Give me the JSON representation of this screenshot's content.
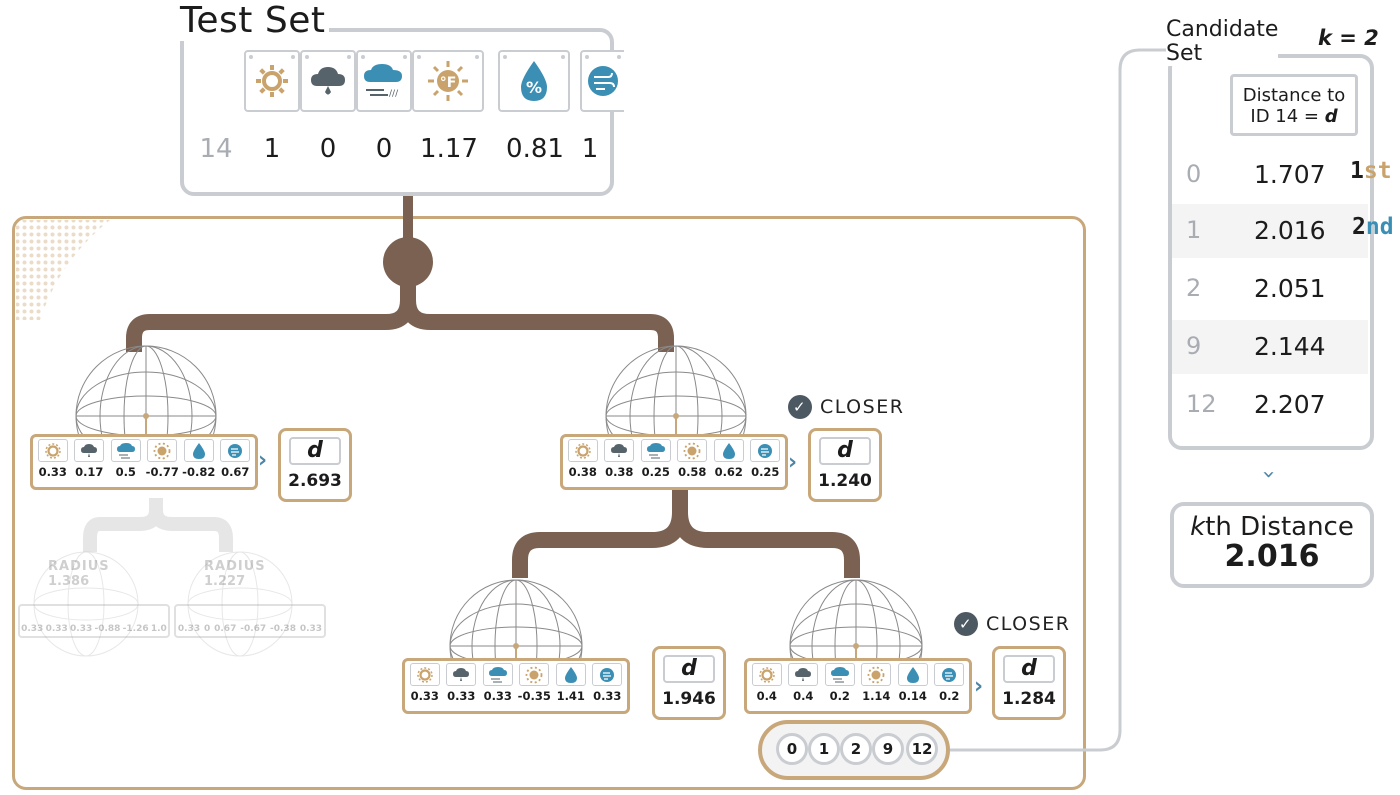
{
  "test_set": {
    "title": "Test Set",
    "id": "14",
    "values": [
      "1",
      "0",
      "0",
      "1.17",
      "0.81",
      "1"
    ],
    "icons": [
      "sun-icon",
      "cloud-rain-icon",
      "cloud-wind-icon",
      "temperature-f-icon",
      "humidity-icon",
      "wind-icon"
    ]
  },
  "nodes": {
    "left": {
      "values": [
        "0.33",
        "0.17",
        "0.5",
        "-0.77",
        "-0.82",
        "0.67"
      ],
      "d_label": "d",
      "distance": "2.693"
    },
    "right": {
      "values": [
        "0.38",
        "0.38",
        "0.25",
        "0.58",
        "0.62",
        "0.25"
      ],
      "d_label": "d",
      "distance": "1.240",
      "closer": "CLOSER"
    },
    "right_left": {
      "values": [
        "0.33",
        "0.33",
        "0.33",
        "-0.35",
        "1.41",
        "0.33"
      ],
      "d_label": "d",
      "distance": "1.946"
    },
    "right_right": {
      "values": [
        "0.4",
        "0.4",
        "0.2",
        "1.14",
        "0.14",
        "0.2"
      ],
      "d_label": "d",
      "distance": "1.284",
      "closer": "CLOSER"
    },
    "faded_left": {
      "radius_label": "RADIUS",
      "radius": "1.386",
      "values": [
        "0.33",
        "0.33",
        "0.33",
        "-0.88",
        "-1.26",
        "1.0"
      ]
    },
    "faded_right": {
      "radius_label": "RADIUS",
      "radius": "1.227",
      "values": [
        "0.33",
        "0",
        "0.67",
        "-0.67",
        "-0.38",
        "0.33"
      ]
    }
  },
  "leaf_ids": [
    "0",
    "1",
    "2",
    "9",
    "12"
  ],
  "candidate_set": {
    "title_line1": "Candidate",
    "title_line2": "Set",
    "k_label": "k = 2",
    "header_line1": "Distance to",
    "header_line2_prefix": "ID 14 = ",
    "header_line2_var": "d",
    "rows": [
      {
        "id": "0",
        "distance": "1.707",
        "rank_num": "1",
        "rank_suffix": "st"
      },
      {
        "id": "1",
        "distance": "2.016",
        "rank_num": "2",
        "rank_suffix": "nd"
      },
      {
        "id": "2",
        "distance": "2.051"
      },
      {
        "id": "9",
        "distance": "2.144"
      },
      {
        "id": "12",
        "distance": "2.207"
      }
    ]
  },
  "kth": {
    "label_var": "k",
    "label_rest": "th Distance",
    "value": "2.016"
  },
  "colors": {
    "tan": "#c8a77b",
    "brown": "#7a6152",
    "blue": "#3b8fb4",
    "gray_border": "#c9ccd1",
    "gold": "#c9a36b"
  }
}
